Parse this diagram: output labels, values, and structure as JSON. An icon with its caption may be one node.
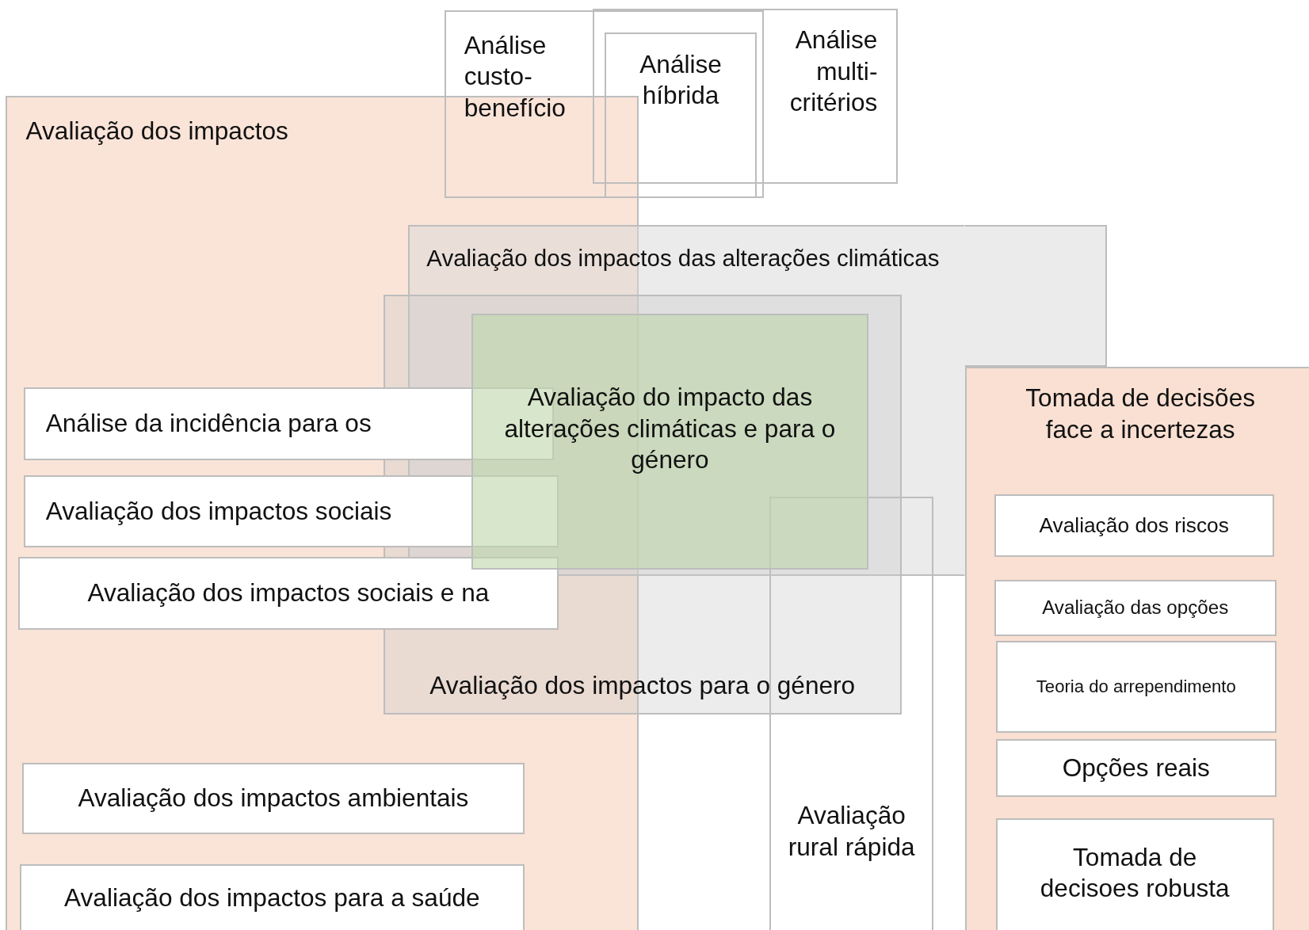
{
  "diagram": {
    "nodes": [
      {
        "text": [
          "Avaliação dos impactos"
        ]
      },
      {
        "text": [
          "Análise custo-benefício"
        ]
      },
      {
        "text": [
          "Análise híbrida"
        ],
        "in": 1
      },
      {
        "text": [
          "Análise multi-critérios"
        ]
      },
      {
        "text": [
          "Avaliação dos impactos das alterações climáticas"
        ]
      },
      {
        "text": [
          "Avaliação dos impactos para o género"
        ]
      },
      {
        "text": [
          "Avaliação do impacto das alterações climáticas e para o género"
        ]
      },
      {
        "text": [
          "Análise da incidência para os"
        ],
        "in": 0
      },
      {
        "text": [
          "Avaliação dos impactos sociais"
        ],
        "in": 0
      },
      {
        "text": [
          "Avaliação dos impactos sociais e na"
        ],
        "in": 0
      },
      {
        "text": [
          "Avaliação dos impactos ambientais"
        ],
        "in": 0
      },
      {
        "text": [
          "Avaliação dos impactos para a saúde"
        ],
        "in": 0
      },
      {
        "text": [
          "Avaliação rural rápida"
        ]
      },
      {
        "text": [
          "Tomada de decisões face a incertezas"
        ]
      },
      {
        "text": [
          "Avaliação dos riscos"
        ],
        "in": 13
      },
      {
        "text": [
          "Avaliação das opções"
        ],
        "in": 13
      },
      {
        "text": [
          "Teoria do arrependimento"
        ],
        "in": 13
      },
      {
        "text": [
          "Opções reais"
        ],
        "in": 13
      },
      {
        "text": [
          "Tomada de decisoes robusta"
        ],
        "in": 13
      }
    ]
  }
}
